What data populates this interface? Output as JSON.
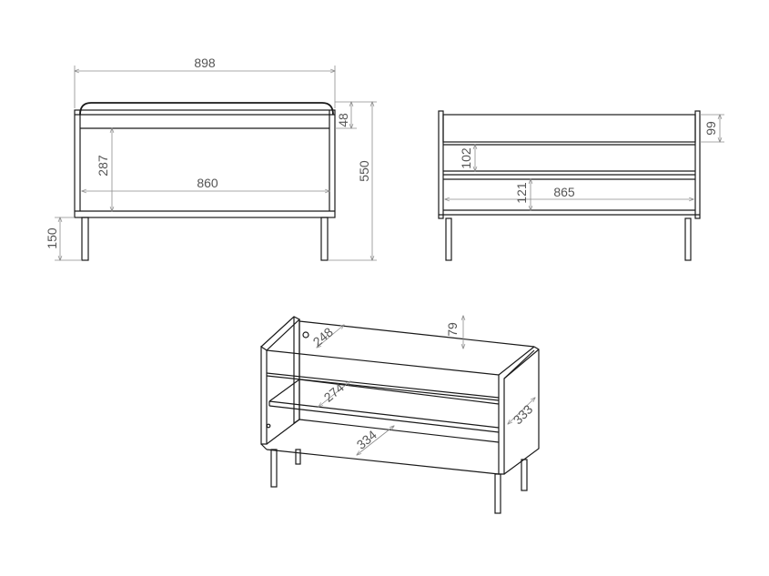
{
  "colors": {
    "line": "#1a1a1a",
    "dimension": "#8c8c8c",
    "label": "#555555",
    "background": "#ffffff"
  },
  "front_view": {
    "overall_width": "898",
    "inner_width": "860",
    "drawer_height": "287",
    "leg_height": "150",
    "total_height": "550",
    "top_thickness": "48"
  },
  "side_view": {
    "top_gap": "99",
    "drawer_gap": "102",
    "shelf_gap": "121",
    "inner_width": "865"
  },
  "iso_view": {
    "top_depth": "248",
    "shelf_depth": "274",
    "bottom_depth": "334",
    "side_depth": "333",
    "top_height": "79"
  }
}
